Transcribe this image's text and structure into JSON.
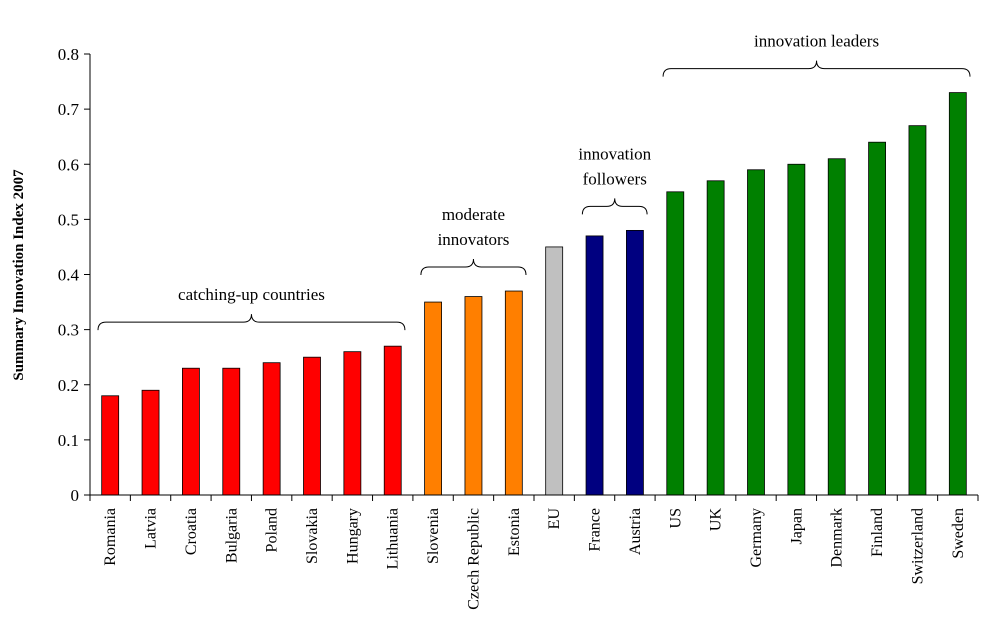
{
  "chart_data": {
    "type": "bar",
    "title": "",
    "xlabel": "",
    "ylabel": "Summary Innovation Index 2007",
    "ylim": [
      0,
      0.8
    ],
    "yticks": [
      "0",
      "0.1",
      "0.2",
      "0.3",
      "0.4",
      "0.5",
      "0.6",
      "0.7",
      "0.8"
    ],
    "categories": [
      "Romania",
      "Latvia",
      "Croatia",
      "Bulgaria",
      "Poland",
      "Slovakia",
      "Hungary",
      "Lithuania",
      "Slovenia",
      "Czech Republic",
      "Estonia",
      "EU",
      "France",
      "Austria",
      "US",
      "UK",
      "Germany",
      "Japan",
      "Denmark",
      "Finland",
      "Switzerland",
      "Sweden"
    ],
    "values": [
      0.18,
      0.19,
      0.23,
      0.23,
      0.24,
      0.25,
      0.26,
      0.27,
      0.35,
      0.36,
      0.37,
      0.45,
      0.47,
      0.48,
      0.55,
      0.57,
      0.59,
      0.6,
      0.61,
      0.64,
      0.67,
      0.73
    ],
    "bar_colors": [
      "#ff0000",
      "#ff0000",
      "#ff0000",
      "#ff0000",
      "#ff0000",
      "#ff0000",
      "#ff0000",
      "#ff0000",
      "#ff7f00",
      "#ff7f00",
      "#ff7f00",
      "#c0c0c0",
      "#000080",
      "#000080",
      "#008000",
      "#008000",
      "#008000",
      "#008000",
      "#008000",
      "#008000",
      "#008000",
      "#008000"
    ],
    "groups": [
      {
        "lines": [
          "catching-up countries"
        ],
        "first": 0,
        "last": 7,
        "value_top": 0.27
      },
      {
        "lines": [
          "moderate",
          "innovators"
        ],
        "first": 8,
        "last": 10,
        "value_top": 0.37
      },
      {
        "lines": [
          "innovation",
          "followers"
        ],
        "first": 12,
        "last": 13,
        "value_top": 0.48
      },
      {
        "lines": [
          "innovation leaders"
        ],
        "first": 14,
        "last": 21,
        "value_top": 0.73
      }
    ],
    "grid": false,
    "legend": "none"
  }
}
